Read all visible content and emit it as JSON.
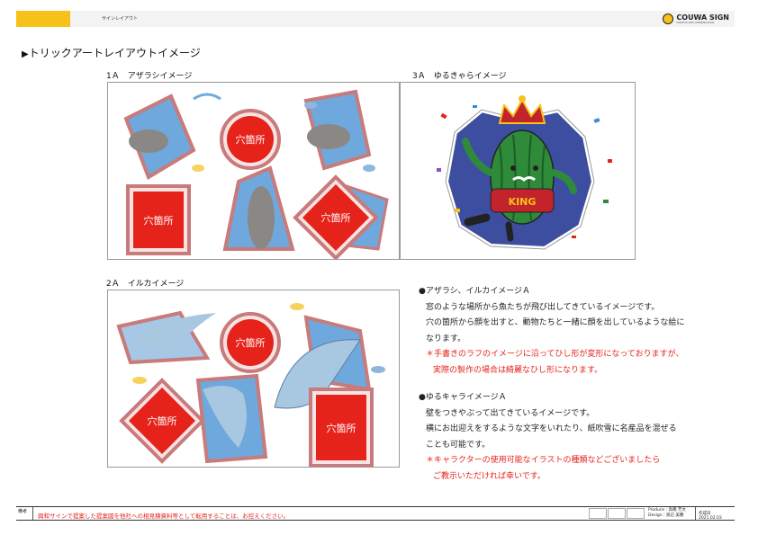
{
  "header": {
    "title": "サインレイアウト",
    "logo_name": "COUWA SIGN",
    "logo_sub": "CREATIVE ARTS COMMUNICATION"
  },
  "section": {
    "title": "トリックアートレイアウトイメージ",
    "arrow_icon": "black-right-triangle"
  },
  "panels": {
    "seal_label": "1Ａ　アザラシイメージ",
    "yuru_label": "3Ａ　ゆるきゃらイメージ",
    "dolphin_label": "2Ａ　イルカイメージ",
    "hole_text": "穴箇所",
    "king_text": "KING"
  },
  "colors": {
    "hole_red": "#e5231b",
    "frame_border": "#c97a7a",
    "water_blue": "#6fa8dc",
    "note_red": "#e5231b",
    "logo_yellow": "#f6c21a",
    "header_yellow": "#f6c21a"
  },
  "desc": {
    "a_heading": "●アザラシ、イルカイメージＡ",
    "a_line1": "窓のような場所から魚たちが飛び出してきているイメージです。",
    "a_line2": "穴の箇所から顔を出すと、動物たちと一緒に顔を出しているような絵に",
    "a_line3": "なります。",
    "a_note1": "＊手書きのラフのイメージに沿ってひし形が変形になっておりますが、",
    "a_note2": "実際の製作の場合は綺麗なひし形になります。",
    "b_heading": "●ゆるキャライメージＡ",
    "b_line1": "壁をつきやぶって出てきているイメージです。",
    "b_line2": "横にお出迎えをするような文字をいれたり、紙吹雪に名産品を混ぜる",
    "b_line3": "ことも可能です。",
    "b_note1": "＊キャラクターの使用可能なイラストの種類などございましたら",
    "b_note2": "ご教示いただければ幸いです。"
  },
  "footer": {
    "label": "備考",
    "notice": "興和サインで提案した提案図を他社への相見積資料等として転用することは、お控えください。",
    "produce": "Produce : 高橋 芳文",
    "design": "Design : 渡辺 美穂",
    "date": "作成日 2021.02.03"
  }
}
